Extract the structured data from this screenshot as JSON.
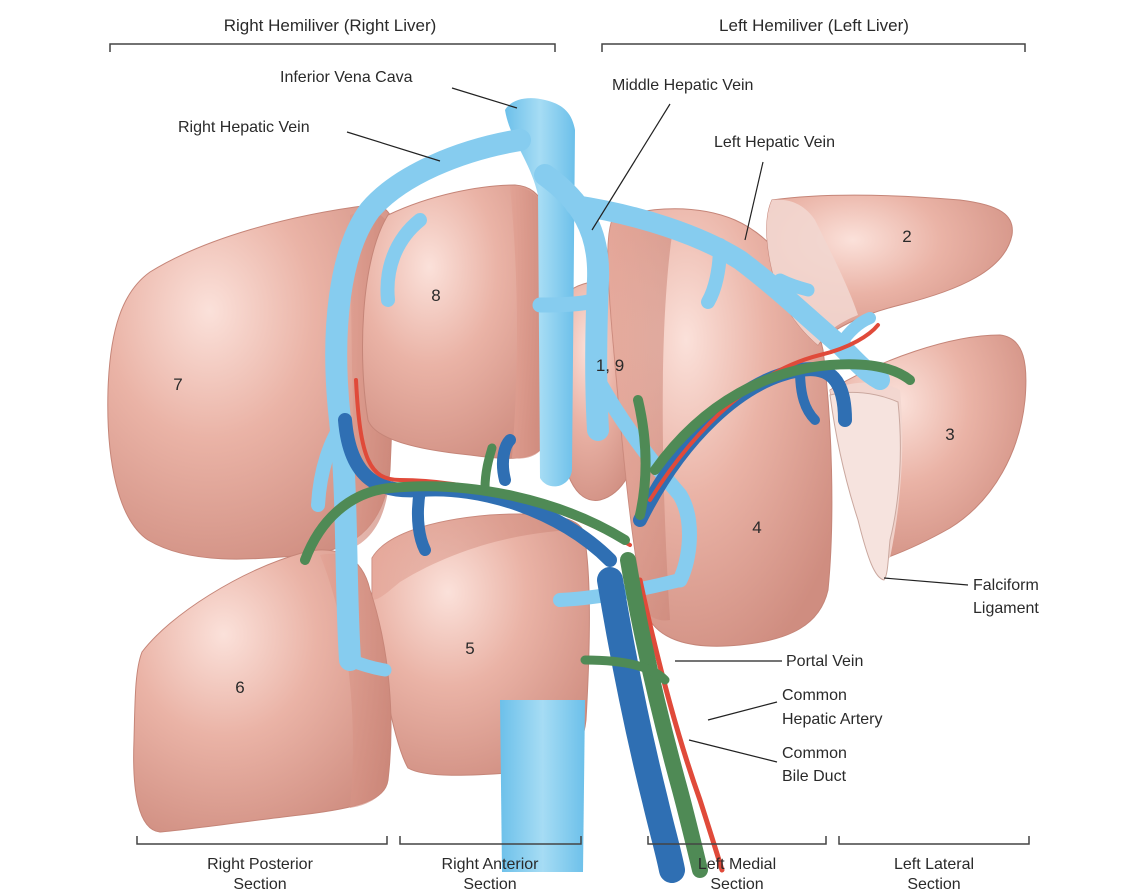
{
  "headers": {
    "right": "Right Hemiliver (Right Liver)",
    "left": "Left Hemiliver (Left Liver)"
  },
  "labels": {
    "ivc": "Inferior Vena Cava",
    "mhv": "Middle Hepatic Vein",
    "rhv": "Right Hepatic Vein",
    "lhv": "Left Hepatic Vein",
    "falciform_1": "Falciform",
    "falciform_2": "Ligament",
    "portal_vein": "Portal Vein",
    "cha_1": "Common",
    "cha_2": "Hepatic Artery",
    "cbd_1": "Common",
    "cbd_2": "Bile Duct"
  },
  "segments": {
    "s2": "2",
    "s3": "3",
    "s4": "4",
    "s5": "5",
    "s6": "6",
    "s7": "7",
    "s8": "8",
    "s19": "1, 9"
  },
  "sections": {
    "rp_1": "Right Posterior",
    "rp_2": "Section",
    "ra_1": "Right Anterior",
    "ra_2": "Section",
    "lm_1": "Left Medial",
    "lm_2": "Section",
    "ll_1": "Left Lateral",
    "ll_2": "Section"
  },
  "colors": {
    "liver": "#e9aea0",
    "vein": "#8fd0ee",
    "portal": "#2f6fb3",
    "artery": "#e04a3a",
    "bile": "#4f8a55"
  }
}
